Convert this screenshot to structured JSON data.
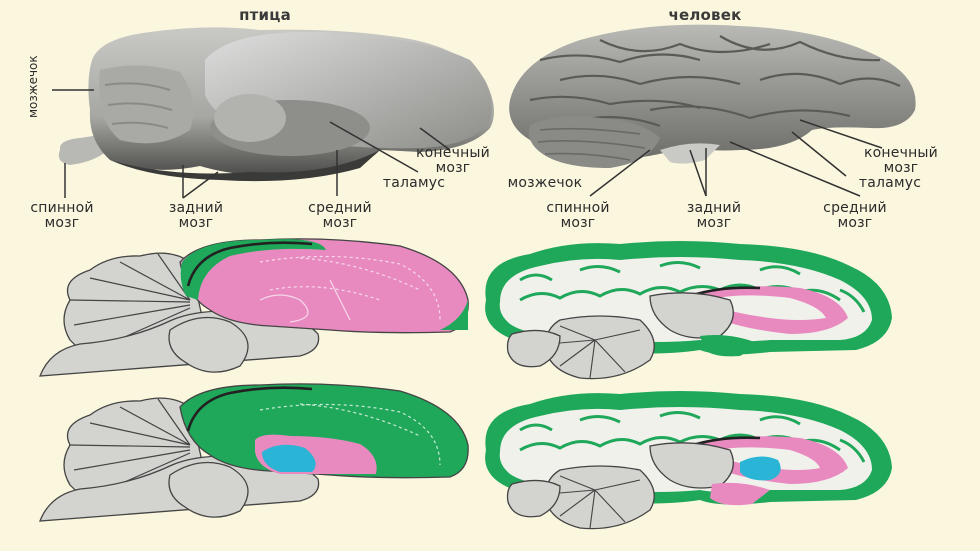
{
  "titles": {
    "bird": "птица",
    "human": "человек"
  },
  "bird_labels": {
    "cerebellum": "мозжечок",
    "spinal_cord": [
      "спинной",
      "мозг"
    ],
    "hindbrain": [
      "задний",
      "мозг"
    ],
    "midbrain": [
      "средний",
      "мозг"
    ],
    "telencephalon": [
      "конечный",
      "мозг"
    ],
    "thalamus": "таламус"
  },
  "human_labels": {
    "telencephalon": [
      "конечный",
      "мозг"
    ],
    "thalamus": "таламус",
    "cerebellum": "мозжечок",
    "spinal_cord": [
      "спинной",
      "мозг"
    ],
    "hindbrain": [
      "задний",
      "мозг"
    ],
    "midbrain": [
      "средний",
      "мозг"
    ]
  },
  "colors": {
    "background": "#fbf7df",
    "pallium_pink": "#e88ac0",
    "subpallium_green": "#1fa85a",
    "striatum_blue": "#2ab4d6",
    "brainstem_gray": "#d3d3cf",
    "white_matter": "#f1f1ec",
    "photo_gray": "#9a9a96"
  }
}
